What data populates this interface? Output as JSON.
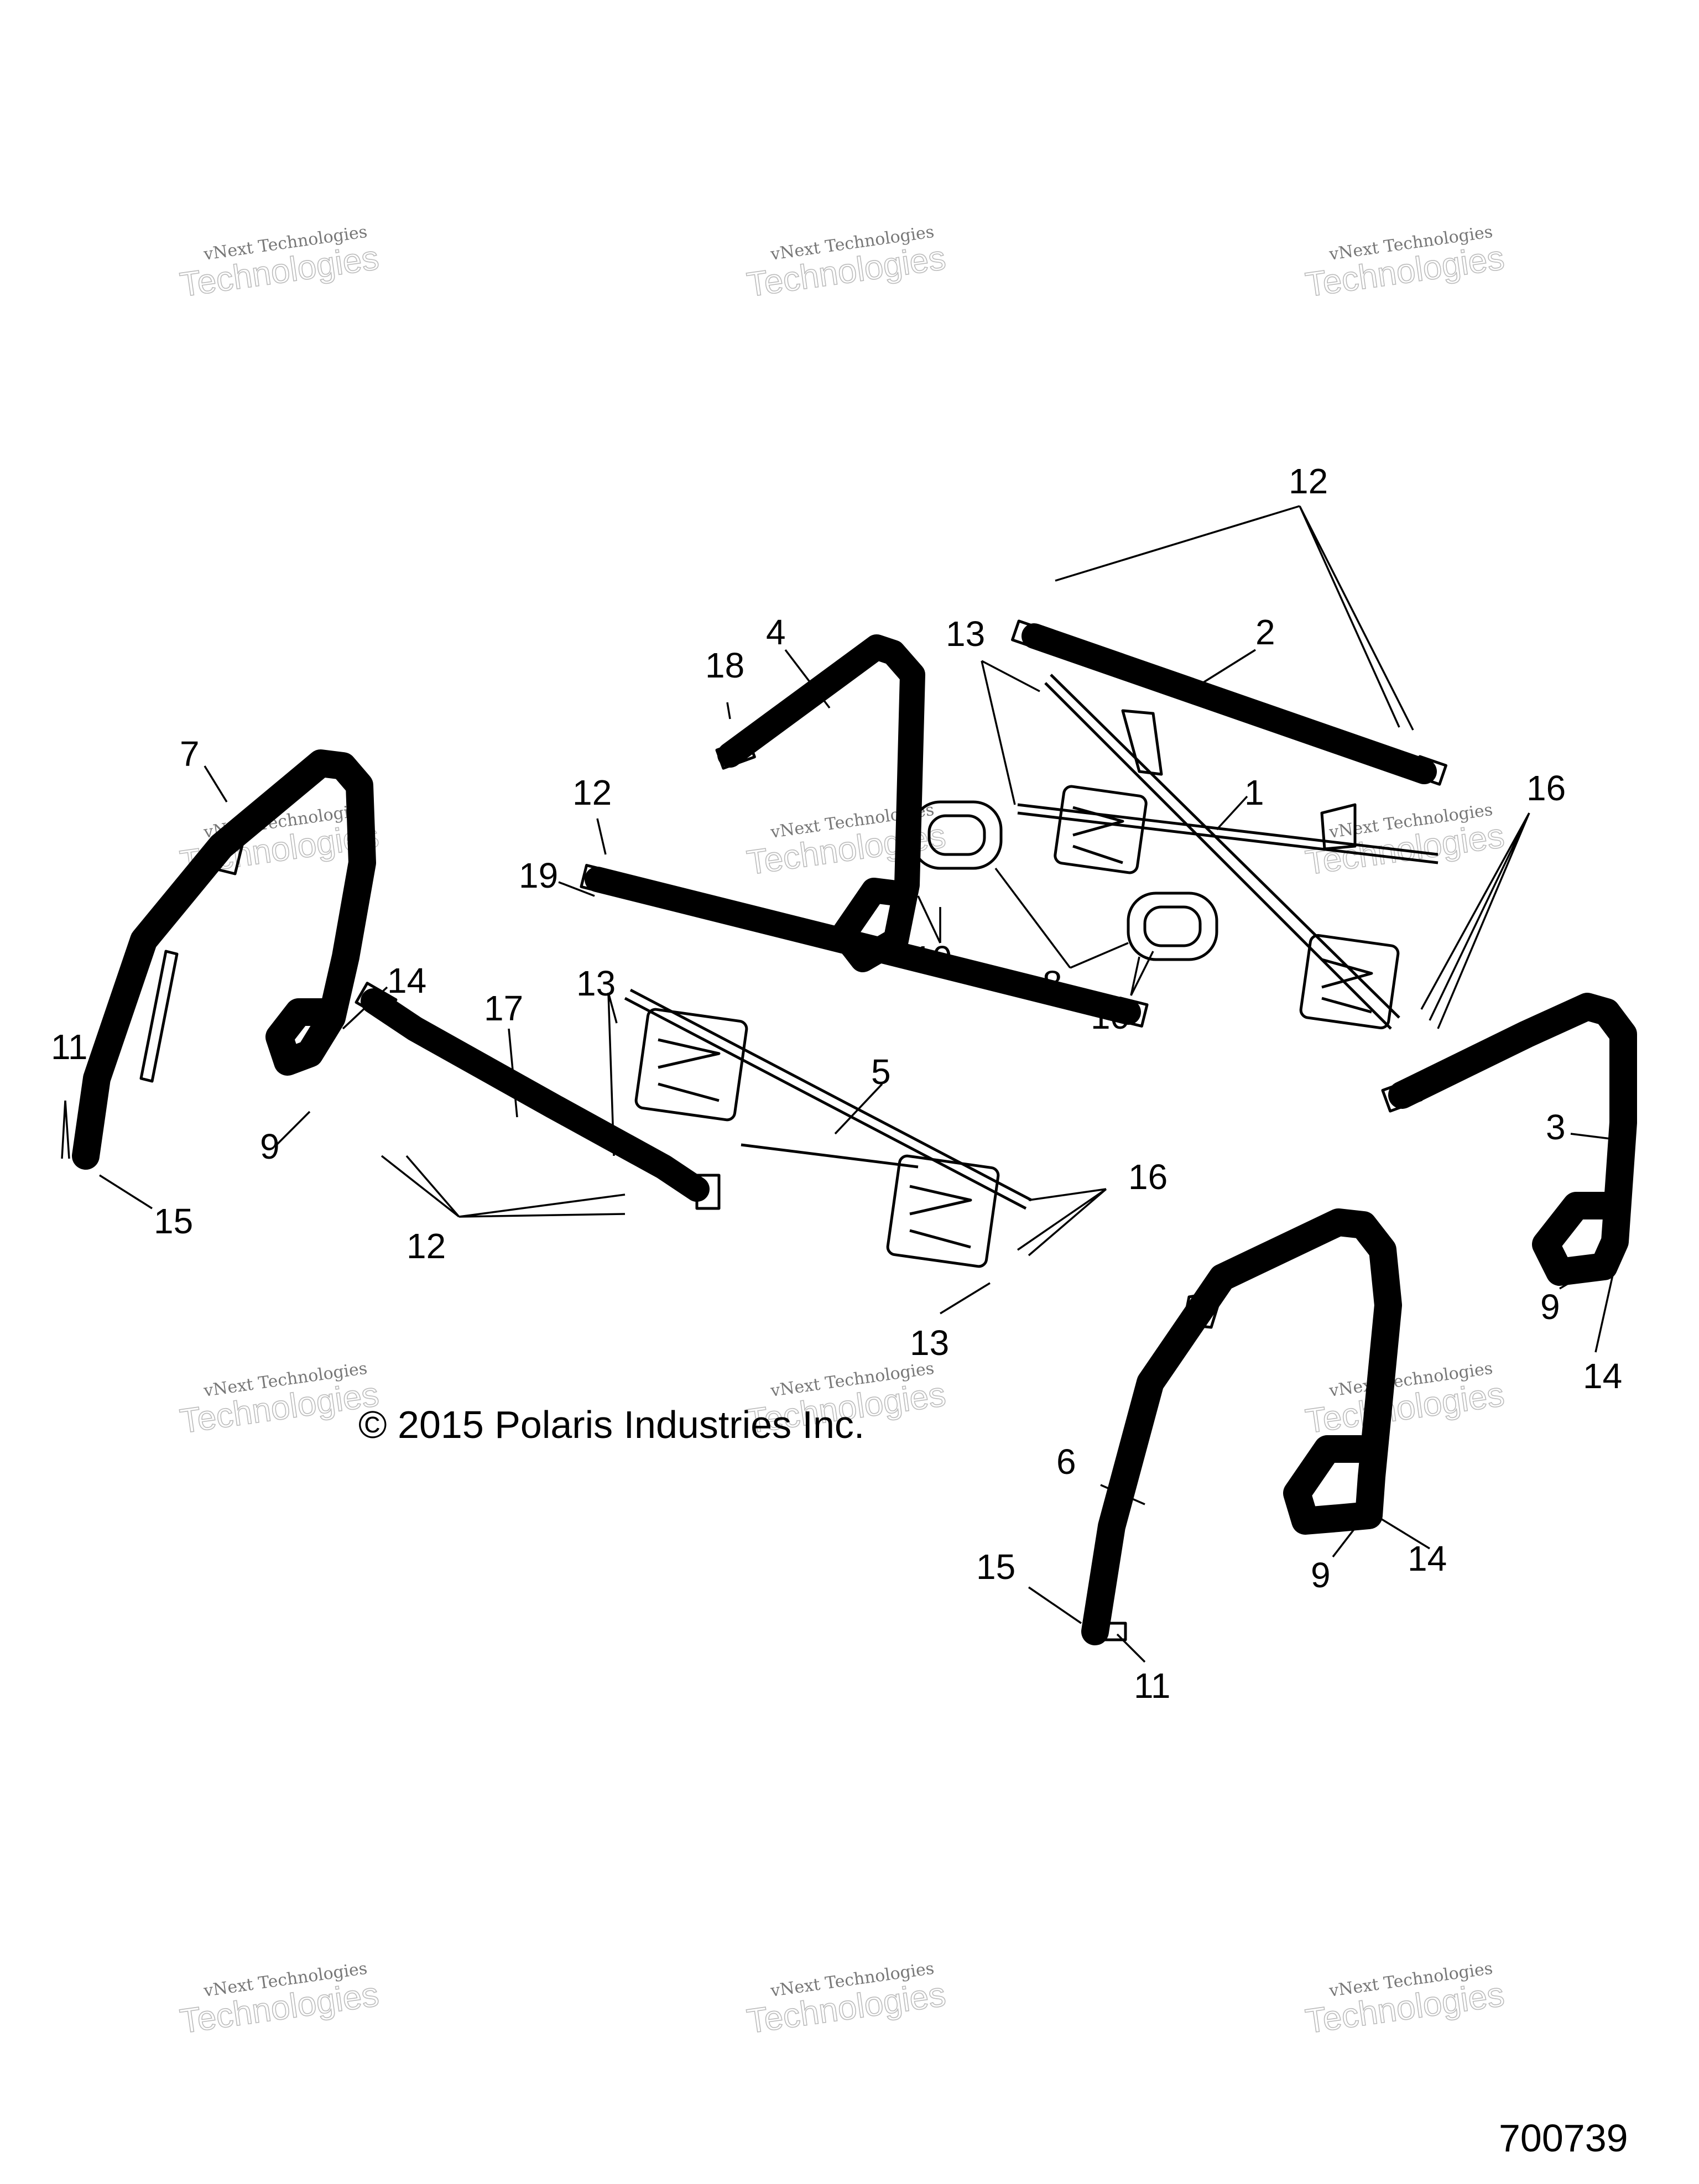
{
  "callouts": [
    "12",
    "2",
    "4",
    "13",
    "18",
    "1",
    "16",
    "7",
    "12",
    "19",
    "10",
    "8",
    "10",
    "14",
    "17",
    "13",
    "5",
    "11",
    "9",
    "16",
    "15",
    "12",
    "13",
    "3",
    "9",
    "14",
    "6",
    "15",
    "9",
    "14",
    "11"
  ],
  "watermark": {
    "line1": "vNext Technologies",
    "line2": "Technologies"
  },
  "copyright": "© 2015 Polaris Industries Inc.",
  "diagram_id": "700739"
}
